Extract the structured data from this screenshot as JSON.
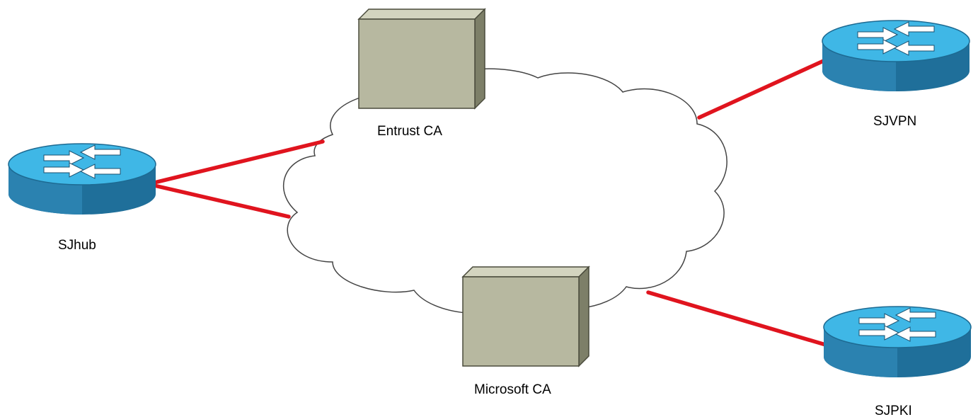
{
  "nodes": {
    "sjhub": {
      "label": "SJhub",
      "kind": "router"
    },
    "sjvpn": {
      "label": "SJVPN",
      "kind": "router"
    },
    "sjpki": {
      "label": "SJPKI",
      "kind": "router"
    },
    "entrust_ca": {
      "label": "Entrust CA",
      "kind": "server"
    },
    "microsoft_ca": {
      "label": "Microsoft CA",
      "kind": "server"
    },
    "network": {
      "kind": "cloud"
    }
  },
  "links": [
    {
      "from": "SJhub",
      "to": "network"
    },
    {
      "from": "SJhub",
      "to": "network"
    },
    {
      "from": "SJVPN",
      "to": "network"
    },
    {
      "from": "SJPKI",
      "to": "network"
    }
  ],
  "colors": {
    "link": "#e0141e",
    "router_top": "#3fb7e6",
    "router_side": "#1f6f9a",
    "server_front": "#b7b8a0",
    "server_top": "#d3d4bf",
    "server_side": "#7d7f68",
    "cloud_fill": "#ffffff",
    "cloud_stroke": "#444444"
  },
  "icons": {
    "router": "router-icon",
    "server": "server-icon",
    "cloud": "cloud-icon"
  }
}
